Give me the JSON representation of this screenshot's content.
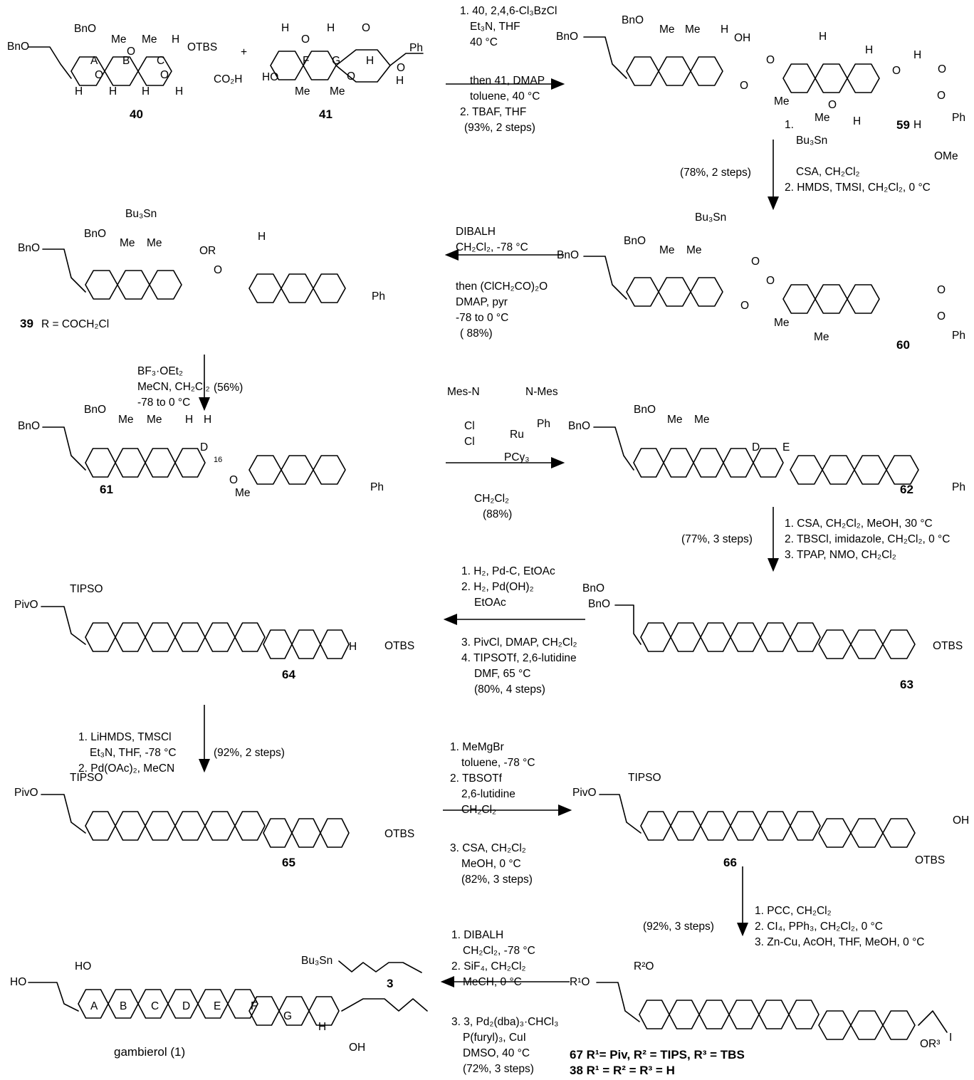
{
  "compounds": {
    "c40": "40",
    "c41": "41",
    "c59": "59",
    "c60": "60",
    "c39": "39",
    "c39_r": "R = COCH₂Cl",
    "c61": "61",
    "c62": "62",
    "c63": "63",
    "c64": "64",
    "c65": "65",
    "c66": "66",
    "c67": "67 R¹= Piv, R² = TIPS, R³ = TBS",
    "c38": "38 R¹ = R² = R³ = H",
    "c3": "3",
    "c3_label": "Bu₃Sn",
    "c1": "gambierol (1)"
  },
  "steps": {
    "s1": [
      "1. 40, 2,4,6-Cl₃BzCl",
      "Et₃N, THF",
      "40 °C",
      "then 41, DMAP",
      "toluene, 40 °C",
      "2. TBAF, THF",
      "(93%, 2 steps)"
    ],
    "s2": [
      "1.",
      "Bu₃Sn",
      "OMe",
      "CSA, CH₂Cl₂",
      "2. HMDS, TMSI, CH₂Cl₂, 0 °C"
    ],
    "s2_yield": "(78%, 2 steps)",
    "s3": [
      "DIBALH",
      "CH₂Cl₂, -78 °C",
      "then (ClCH₂CO)₂O",
      "DMAP, pyr",
      "-78 to 0 °C",
      "( 88%)"
    ],
    "s4": [
      "BF₃·OEt₂",
      "MeCN, CH₂Cl₂",
      "-78 to 0 °C"
    ],
    "s4_yield": "(56%)",
    "s5": [
      "Mes-N",
      "N-Mes",
      "Cl",
      "Cl",
      "Ru",
      "Ph",
      "PCy₃",
      "CH₂Cl₂",
      "(88%)"
    ],
    "s6": [
      "1. CSA, CH₂Cl₂, MeOH, 30 °C",
      "2. TBSCl, imidazole, CH₂Cl₂, 0 °C",
      "3. TPAP, NMO, CH₂Cl₂"
    ],
    "s6_yield": "(77%, 3 steps)",
    "s7": [
      "1. H₂, Pd-C, EtOAc",
      "2. H₂, Pd(OH)₂",
      "EtOAc",
      "3. PivCl, DMAP, CH₂Cl₂",
      "4. TIPSOTf, 2,6-lutidine",
      "DMF, 65 °C",
      "(80%, 4 steps)"
    ],
    "s8": [
      "1. LiHMDS, TMSCl",
      "Et₃N, THF, -78 °C",
      "2. Pd(OAc)₂, MeCN"
    ],
    "s8_yield": "(92%, 2 steps)",
    "s9": [
      "1. MeMgBr",
      "toluene, -78 °C",
      "2. TBSOTf",
      "2,6-lutidine",
      "CH₂Cl₂",
      "3. CSA, CH₂Cl₂",
      "MeOH, 0 °C",
      "(82%, 3 steps)"
    ],
    "s10": [
      "1. PCC, CH₂Cl₂",
      "2. CI₄, PPh₃, CH₂Cl₂, 0 °C",
      "3. Zn-Cu, AcOH, THF, MeOH, 0 °C"
    ],
    "s10_yield": "(92%, 3 steps)",
    "s11": [
      "1. DIBALH",
      "CH₂Cl₂, -78 °C",
      "2. SiF₄, CH₂Cl₂",
      "MeCH, 0 °C",
      "3. 3, Pd₂(dba)₃·CHCl₃",
      "P(furyl)₃, CuI",
      "DMSO, 40 °C",
      "(72%, 3 steps)"
    ]
  },
  "atoms": {
    "BnO": "BnO",
    "PivO": "PivO",
    "HO": "HO",
    "R1O": "R¹O",
    "R2O": "R²O",
    "TIPSO": "TIPSO",
    "OTBS": "OTBS",
    "Me": "Me",
    "H": "H",
    "O": "O",
    "OH": "OH",
    "OR": "OR",
    "OR3": "OR³",
    "Ph": "Ph",
    "I": "I",
    "CO2H": "CO₂H",
    "Bu3Sn": "Bu₃Sn",
    "plus": "+",
    "n16": "16"
  },
  "rings": {
    "A": "A",
    "B": "B",
    "C": "C",
    "D": "D",
    "E": "E",
    "F": "F",
    "G": "G",
    "H": "H"
  }
}
